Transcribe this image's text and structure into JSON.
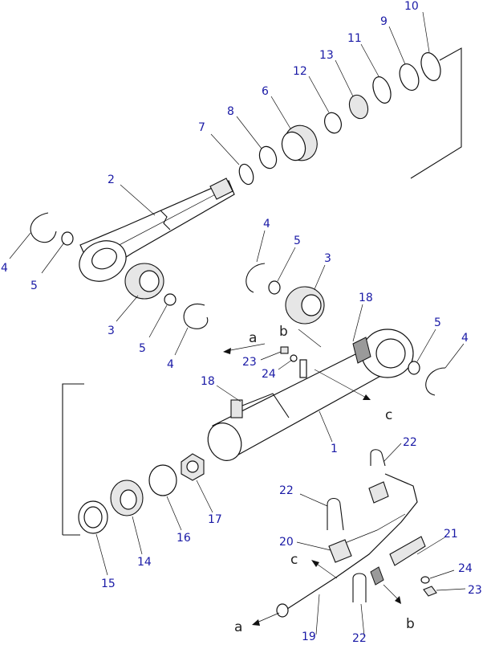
{
  "callouts": {
    "c10": "10",
    "c9": "9",
    "c11": "11",
    "c13": "13",
    "c12": "12",
    "c6": "6",
    "c8": "8",
    "c7": "7",
    "c2": "2",
    "c4_a": "4",
    "c5_a": "5",
    "c3_a": "3",
    "c5_b": "5",
    "c4_b": "4",
    "c4_c": "4",
    "c5_c": "5",
    "c3_b": "3",
    "c18_a": "18",
    "c5_d": "5",
    "c4_d": "4",
    "c23_a": "23",
    "c24_a": "24",
    "c18_b": "18",
    "c1": "1",
    "c22_a": "22",
    "c22_b": "22",
    "c20": "20",
    "c21": "21",
    "c24_b": "24",
    "c23_b": "23",
    "c22_c": "22",
    "c19": "19",
    "c15": "15",
    "c14": "14",
    "c16": "16",
    "c17": "17"
  },
  "letters": {
    "a_top": "a",
    "b_top": "b",
    "c_top": "c",
    "c_bottom": "c",
    "a_bottom": "a",
    "b_bottom": "b"
  },
  "colors": {
    "callout": "#1a1aa6",
    "line": "#111111"
  }
}
